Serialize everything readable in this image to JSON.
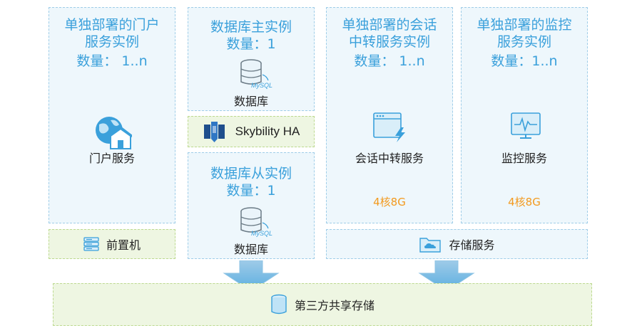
{
  "portal": {
    "title_line1": "单独部署的门户",
    "title_line2": "服务实例",
    "count": "数量：  1..n",
    "service_label": "门户服务",
    "icon": "globe-house-icon"
  },
  "frontend": {
    "label": "前置机",
    "icon": "server-rack-icon"
  },
  "db_master": {
    "title": "数据库主实例",
    "count": "数量：1",
    "db_label": "数据库",
    "icon_text": "MySQL",
    "icon": "mysql-database-icon"
  },
  "ha": {
    "label": "Skybility HA",
    "icon": "skybility-logo-icon"
  },
  "db_slave": {
    "title": "数据库从实例",
    "count": "数量：1",
    "db_label": "数据库",
    "icon_text": "MySQL",
    "icon": "mysql-database-icon"
  },
  "relay": {
    "title_line1": "单独部署的会话",
    "title_line2": "中转服务实例",
    "count": "数量：  1..n",
    "service_label": "会话中转服务",
    "spec": "4核8G",
    "icon": "window-lightning-icon"
  },
  "monitor": {
    "title_line1": "单独部署的监控",
    "title_line2": "服务实例",
    "count": "数量：1..n",
    "service_label": "监控服务",
    "spec": "4核8G",
    "icon": "monitor-wave-icon"
  },
  "storage_service": {
    "label": "存储服务",
    "icon": "cloud-folder-icon"
  },
  "shared_storage": {
    "label": "第三方共享存储",
    "icon": "cylinder-storage-icon"
  },
  "colors": {
    "accent_blue": "#3aa0db",
    "box_border_blue": "#9fcde8",
    "box_fill_blue": "#eef7fc",
    "box_border_green": "#bcd98f",
    "box_fill_green": "#eef6e2",
    "spec_orange": "#f39a1e"
  }
}
